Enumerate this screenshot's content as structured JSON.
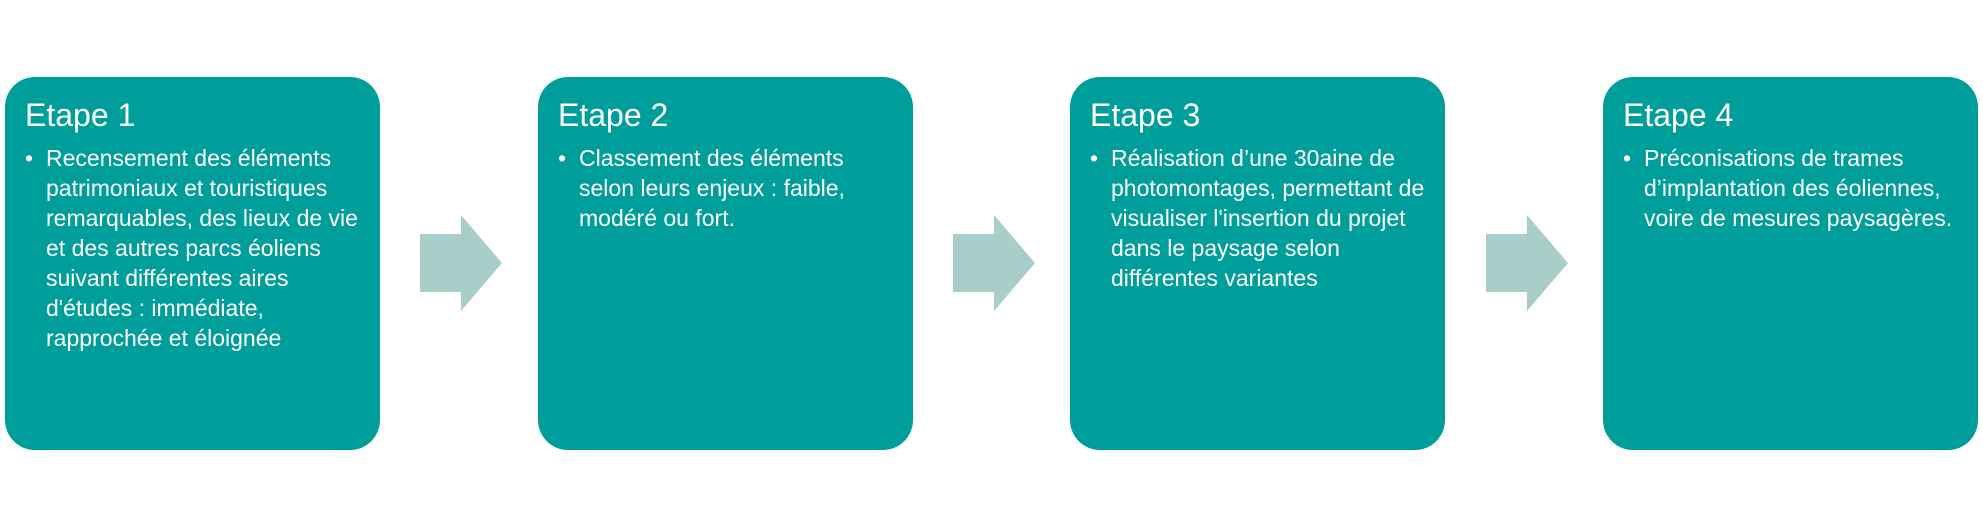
{
  "colors": {
    "box": "#009e9a",
    "arrow": "#a9cdc8",
    "text": "#ffffff"
  },
  "steps": [
    {
      "title": "Etape 1",
      "bullet": "Recensement des éléments patrimoniaux et touristiques remarquables, des lieux de vie et des autres parcs éoliens suivant différentes aires d'études : immédiate, rapprochée et éloignée"
    },
    {
      "title": "Etape 2",
      "bullet": "Classement des éléments selon leurs enjeux : faible, modéré ou fort."
    },
    {
      "title": "Etape 3",
      "bullet": "Réalisation d’une 30aine de photomontages, permettant de visualiser l'insertion du projet dans le paysage selon différentes variantes"
    },
    {
      "title": "Etape 4",
      "bullet": "Préconisations de trames d’implantation des éoliennes, voire de mesures paysagères."
    }
  ]
}
